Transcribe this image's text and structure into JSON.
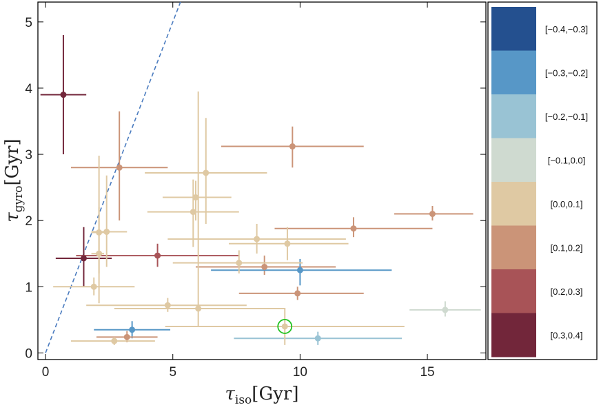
{
  "chart_data": {
    "type": "scatter",
    "xlabel": {
      "symbol": "τ",
      "sub": "iso",
      "unit": "[Gyr]"
    },
    "ylabel": {
      "symbol": "τ",
      "sub": "gyro",
      "unit": "[Gyr]"
    },
    "xlim": [
      -0.3,
      17.3
    ],
    "ylim": [
      -0.1,
      5.3
    ],
    "xticks": [
      0,
      5,
      10,
      15
    ],
    "yticks": [
      0,
      1,
      2,
      3,
      4,
      5
    ],
    "grid": false,
    "reference_line": {
      "style": "dashed",
      "color": "#4a7bbf",
      "slope": 1.0,
      "intercept": 0
    },
    "highlight": {
      "x": 9.4,
      "y": 0.4,
      "color": "#22c322"
    },
    "legend": {
      "placement": "right",
      "bins": [
        {
          "label": "[−0.4,−0.3]",
          "color": "#24508f"
        },
        {
          "label": "[−0.3,−0.2]",
          "color": "#5797c7"
        },
        {
          "label": "[−0.2,−0.1]",
          "color": "#99c3d4"
        },
        {
          "label": "[−0.1,0.0]",
          "color": "#cfdad0"
        },
        {
          "label": "[0.0,0.1]",
          "color": "#dfc9a3"
        },
        {
          "label": "[0.1,0.2]",
          "color": "#cb9478"
        },
        {
          "label": "[0.2,0.3]",
          "color": "#a85357"
        },
        {
          "label": "[0.3,0.4]",
          "color": "#72263a"
        }
      ]
    },
    "points": [
      {
        "x": 0.7,
        "xlo": -0.2,
        "xhi": 1.6,
        "y": 3.9,
        "ylo": 3.0,
        "yhi": 4.8,
        "bin": 7
      },
      {
        "x": 1.5,
        "xlo": 0.4,
        "xhi": 2.6,
        "y": 1.43,
        "ylo": 1.0,
        "yhi": 1.9,
        "bin": 7
      },
      {
        "x": 2.9,
        "xlo": 1.0,
        "xhi": 4.8,
        "y": 2.8,
        "ylo": 2.0,
        "yhi": 3.65,
        "bin": 5
      },
      {
        "x": 9.7,
        "xlo": 6.9,
        "xhi": 12.5,
        "y": 3.12,
        "ylo": 2.8,
        "yhi": 3.42,
        "bin": 5
      },
      {
        "x": 15.2,
        "xlo": 13.7,
        "xhi": 16.8,
        "y": 2.1,
        "ylo": 2.0,
        "yhi": 2.22,
        "bin": 5
      },
      {
        "x": 12.1,
        "xlo": 9.0,
        "xhi": 15.2,
        "y": 1.88,
        "ylo": 1.75,
        "yhi": 2.05,
        "bin": 5
      },
      {
        "x": 4.4,
        "xlo": 1.2,
        "xhi": 7.6,
        "y": 1.47,
        "ylo": 1.3,
        "yhi": 1.65,
        "bin": 6
      },
      {
        "x": 8.6,
        "xlo": 5.9,
        "xhi": 11.4,
        "y": 1.3,
        "ylo": 1.18,
        "yhi": 1.47,
        "bin": 5
      },
      {
        "x": 9.9,
        "xlo": 7.6,
        "xhi": 12.5,
        "y": 0.9,
        "ylo": 0.8,
        "yhi": 1.0,
        "bin": 5
      },
      {
        "x": 10.0,
        "xlo": 6.5,
        "xhi": 13.6,
        "y": 1.25,
        "ylo": 1.02,
        "yhi": 1.42,
        "bin": 1
      },
      {
        "x": 3.4,
        "xlo": 1.9,
        "xhi": 4.9,
        "y": 0.35,
        "ylo": 0.22,
        "yhi": 0.48,
        "bin": 1
      },
      {
        "x": 10.7,
        "xlo": 7.4,
        "xhi": 14.0,
        "y": 0.22,
        "ylo": 0.12,
        "yhi": 0.32,
        "bin": 2
      },
      {
        "x": 15.7,
        "xlo": 14.3,
        "xhi": 17.1,
        "y": 0.65,
        "ylo": 0.55,
        "yhi": 0.78,
        "bin": 3
      },
      {
        "x": 6.3,
        "xlo": 3.9,
        "xhi": 8.7,
        "y": 2.72,
        "ylo": 1.95,
        "yhi": 3.55,
        "bin": 4
      },
      {
        "x": 5.9,
        "xlo": 4.6,
        "xhi": 7.3,
        "y": 2.35,
        "ylo": 2.0,
        "yhi": 2.6,
        "bin": 4
      },
      {
        "x": 5.8,
        "xlo": 4.0,
        "xhi": 7.6,
        "y": 2.13,
        "ylo": 1.6,
        "yhi": 2.62,
        "bin": 4
      },
      {
        "x": 2.1,
        "xlo": 1.8,
        "xhi": 2.3,
        "y": 1.82,
        "ylo": 1.2,
        "yhi": 2.98,
        "bin": 4
      },
      {
        "x": 2.4,
        "xlo": 1.8,
        "xhi": 3.2,
        "y": 1.83,
        "ylo": 1.3,
        "yhi": 2.68,
        "bin": 4
      },
      {
        "x": 2.1,
        "xlo": 1.8,
        "xhi": 2.3,
        "y": 1.5,
        "ylo": 0.75,
        "yhi": 2.2,
        "bin": 4
      },
      {
        "x": 8.3,
        "xlo": 4.8,
        "xhi": 11.8,
        "y": 1.72,
        "ylo": 1.5,
        "yhi": 1.95,
        "bin": 4
      },
      {
        "x": 9.5,
        "xlo": 7.2,
        "xhi": 11.9,
        "y": 1.65,
        "ylo": 1.4,
        "yhi": 1.9,
        "bin": 4
      },
      {
        "x": 7.6,
        "xlo": 5.0,
        "xhi": 10.1,
        "y": 1.36,
        "ylo": 1.2,
        "yhi": 1.55,
        "bin": 4
      },
      {
        "x": 1.9,
        "xlo": 0.3,
        "xhi": 3.5,
        "y": 1.0,
        "ylo": 0.87,
        "yhi": 1.14,
        "bin": 4
      },
      {
        "x": 6.0,
        "xlo": 2.7,
        "xhi": 9.4,
        "y": 0.67,
        "ylo": 0.4,
        "yhi": 3.95,
        "bin": 4
      },
      {
        "x": 4.8,
        "xlo": 1.6,
        "xhi": 7.9,
        "y": 0.72,
        "ylo": 0.62,
        "yhi": 0.83,
        "bin": 4
      },
      {
        "x": 9.4,
        "xlo": 4.7,
        "xhi": 14.1,
        "y": 0.4,
        "ylo": 0.12,
        "yhi": 0.68,
        "bin": 4
      },
      {
        "x": 3.2,
        "xlo": 2.0,
        "xhi": 4.4,
        "y": 0.24,
        "ylo": 0.16,
        "yhi": 0.33,
        "bin": 5
      },
      {
        "x": 2.7,
        "xlo": 1.0,
        "xhi": 4.3,
        "y": 0.18,
        "ylo": 0.12,
        "yhi": 0.24,
        "bin": 4
      }
    ]
  }
}
